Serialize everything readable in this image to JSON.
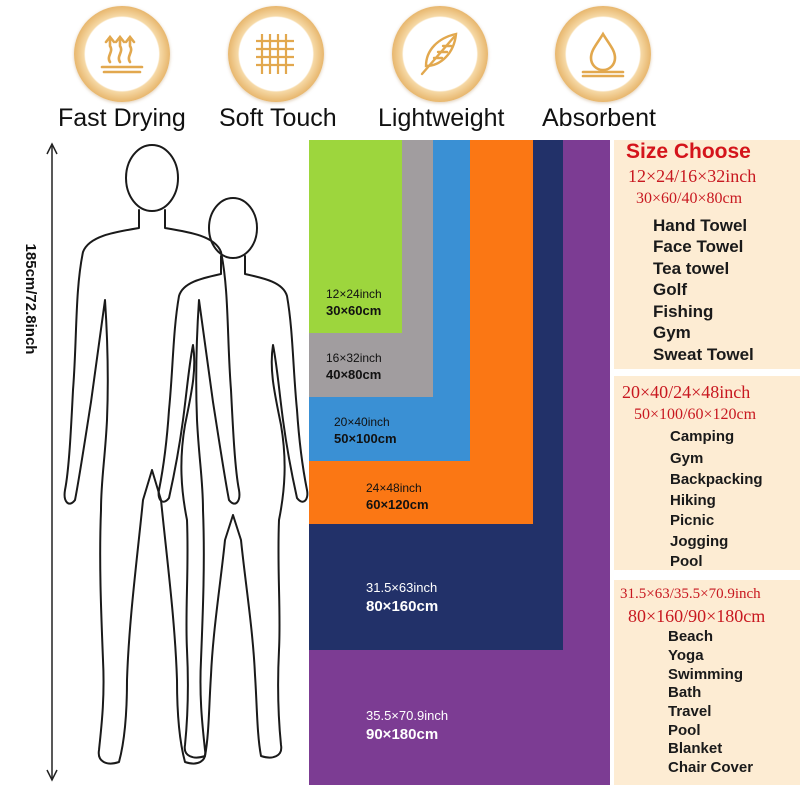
{
  "features": [
    {
      "label": "Fast Drying",
      "icon": "heat-waves-icon"
    },
    {
      "label": "Soft Touch",
      "icon": "fabric-weave-icon"
    },
    {
      "label": "Lightweight",
      "icon": "feather-icon"
    },
    {
      "label": "Absorbent",
      "icon": "water-drop-icon"
    }
  ],
  "height_label": "185cm/72.8inch",
  "sizes": [
    {
      "inch": "12×24inch",
      "cm": "30×60cm",
      "color": "#9dd63d"
    },
    {
      "inch": "16×32inch",
      "cm": "40×80cm",
      "color": "#a19d9f"
    },
    {
      "inch": "20×40inch",
      "cm": "50×100cm",
      "color": "#3a90d4"
    },
    {
      "inch": "24×48inch",
      "cm": "60×120cm",
      "color": "#fb7714"
    },
    {
      "inch": "31.5×63inch",
      "cm": "80×160cm",
      "color": "#223169"
    },
    {
      "inch": "35.5×70.9inch",
      "cm": "90×180cm",
      "color": "#7c3c93"
    }
  ],
  "size_panel": {
    "title": "Size Choose",
    "groups": [
      {
        "lines": [
          "12×24/16×32inch",
          "30×60/40×80cm"
        ],
        "uses": [
          "Hand Towel",
          "Face Towel",
          "Tea towel",
          "Golf",
          "Fishing",
          "Gym",
          "Sweat Towel"
        ]
      },
      {
        "lines": [
          "20×40/24×48inch",
          "50×100/60×120cm"
        ],
        "uses": [
          "Camping",
          "Gym",
          "Backpacking",
          "Hiking",
          "Picnic",
          "Jogging",
          "Pool"
        ]
      },
      {
        "lines": [
          "31.5×63/35.5×70.9inch",
          "80×160/90×180cm"
        ],
        "uses": [
          "Beach",
          "Yoga",
          "Swimming",
          "Bath",
          "Travel",
          "Pool",
          "Blanket",
          "Chair Cover"
        ]
      }
    ]
  },
  "colors": {
    "panel_bg": "#fdecd3",
    "title_red": "#d4141b",
    "icon_gold": "#e2a84e"
  }
}
